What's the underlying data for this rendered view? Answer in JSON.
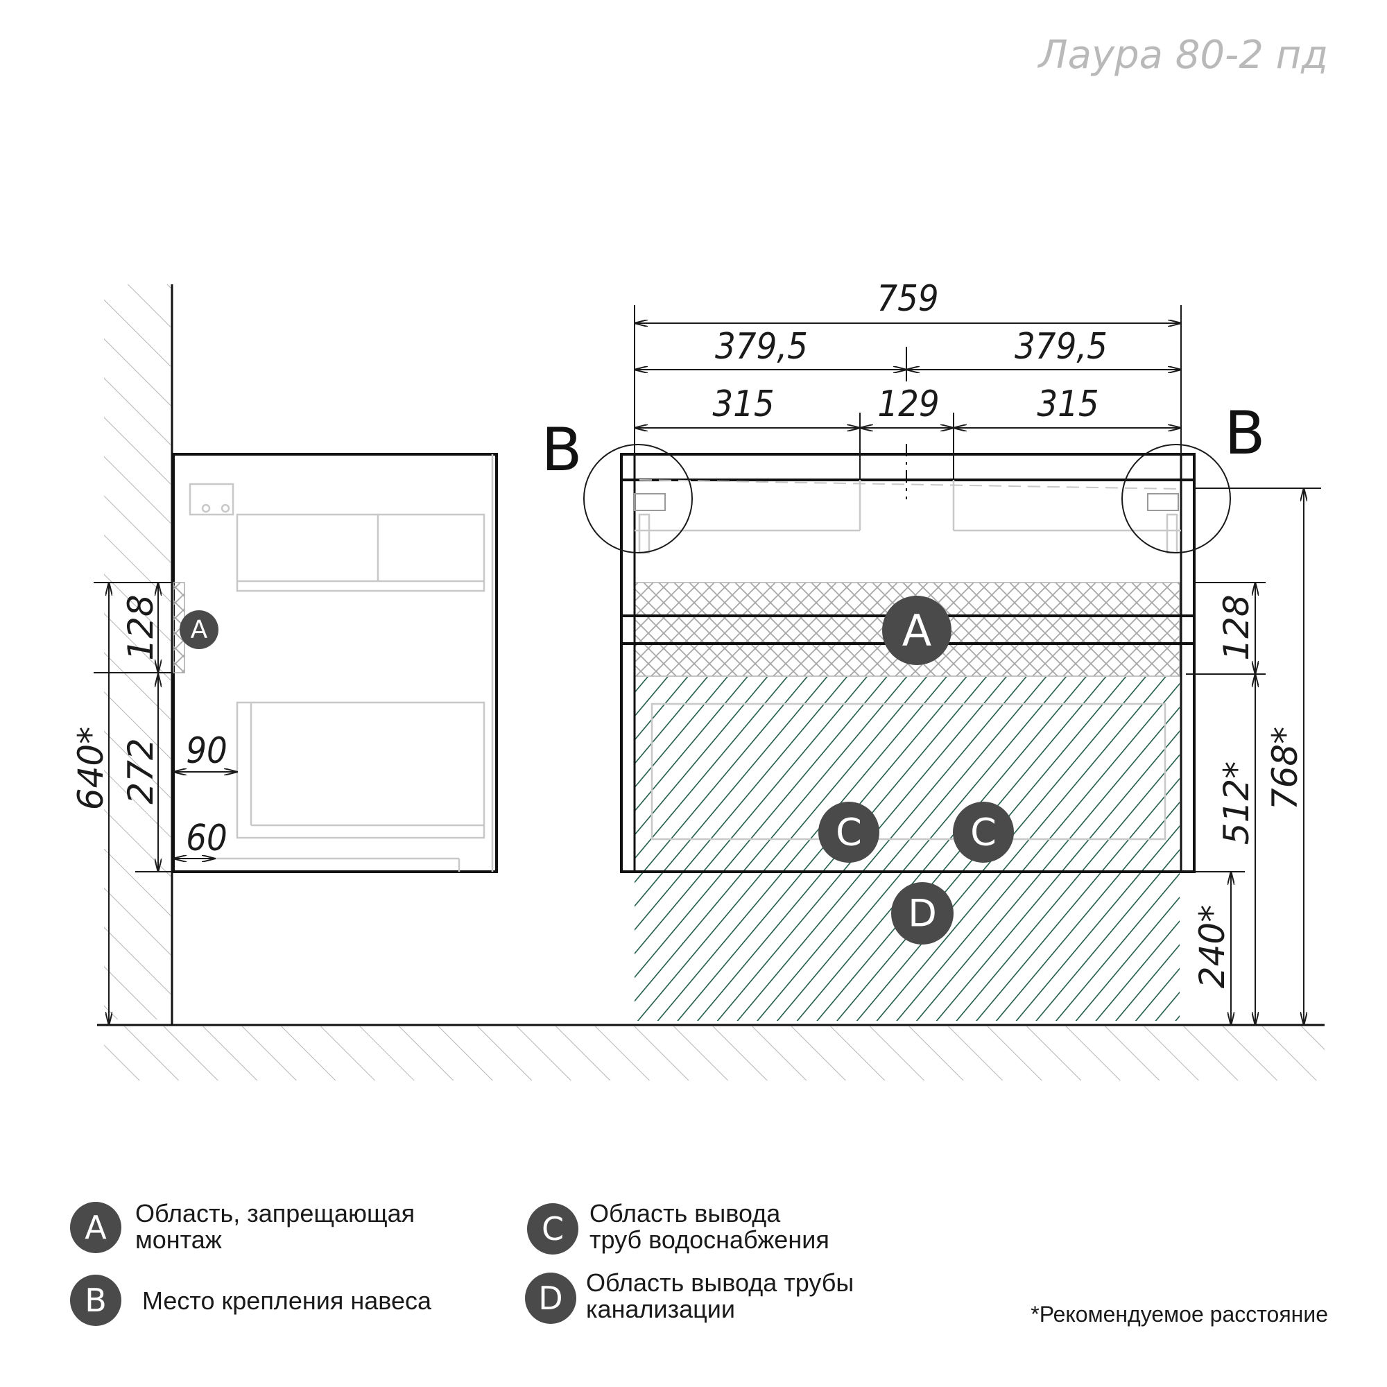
{
  "title": "Лаура 80-2 пд",
  "side_view": {
    "dims": {
      "d128": "128",
      "d272": "272",
      "d640": "640*",
      "d90": "90",
      "d60": "60"
    },
    "zone_a": "A"
  },
  "front_view": {
    "dims": {
      "total_width": "759",
      "half_left": "379,5",
      "half_right": "379,5",
      "left_315": "315",
      "center_129": "129",
      "right_315": "315",
      "right_128": "128",
      "right_512": "512*",
      "right_768": "768*",
      "right_240": "240*"
    },
    "mount_left": "B",
    "mount_right": "B",
    "zone_a": "A",
    "zone_c1": "C",
    "zone_c2": "C",
    "zone_d": "D"
  },
  "colors": {
    "hatch_green": "#1f5c46",
    "badge": "#4a4a4a",
    "title_gray": "#b9b9b9"
  },
  "legend": {
    "a": {
      "letter": "A",
      "line1": "Область, запрещающая",
      "line2": "монтаж"
    },
    "b": {
      "letter": "B",
      "text": "Место крепления навеса"
    },
    "c": {
      "letter": "C",
      "line1": "Область вывода",
      "line2": "труб водоснабжения"
    },
    "d": {
      "letter": "D",
      "line1": "Область вывода трубы",
      "line2": "канализации"
    }
  },
  "footnote": "*Рекомендуемое расстояние"
}
